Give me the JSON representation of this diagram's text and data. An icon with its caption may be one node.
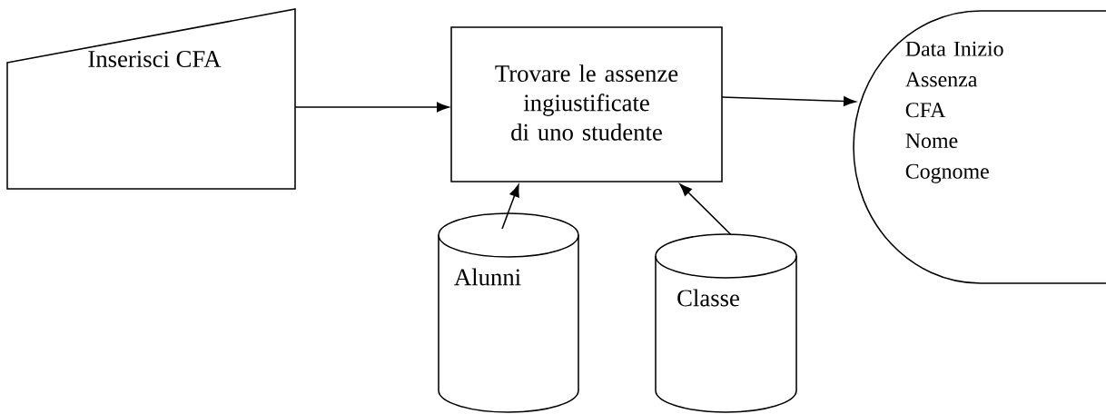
{
  "diagram": {
    "nodes": [
      {
        "text": [
          "Inserisci CFA"
        ]
      },
      {
        "text": [
          "Trovare le assenze ingiustificate di uno studente"
        ]
      },
      {
        "text": [
          "Data Inizio Assenza",
          "CFA",
          "Nome",
          "Cognome"
        ]
      },
      {
        "text": [
          "Alunni"
        ]
      },
      {
        "text": [
          "Classe"
        ]
      }
    ],
    "edges": [
      {
        "from": 0,
        "to": 1,
        "arrow": "to"
      },
      {
        "from": 1,
        "to": 2,
        "arrow": "to"
      },
      {
        "from": 3,
        "to": 1,
        "arrow": "to"
      },
      {
        "from": 4,
        "to": 1,
        "arrow": "to"
      }
    ]
  }
}
